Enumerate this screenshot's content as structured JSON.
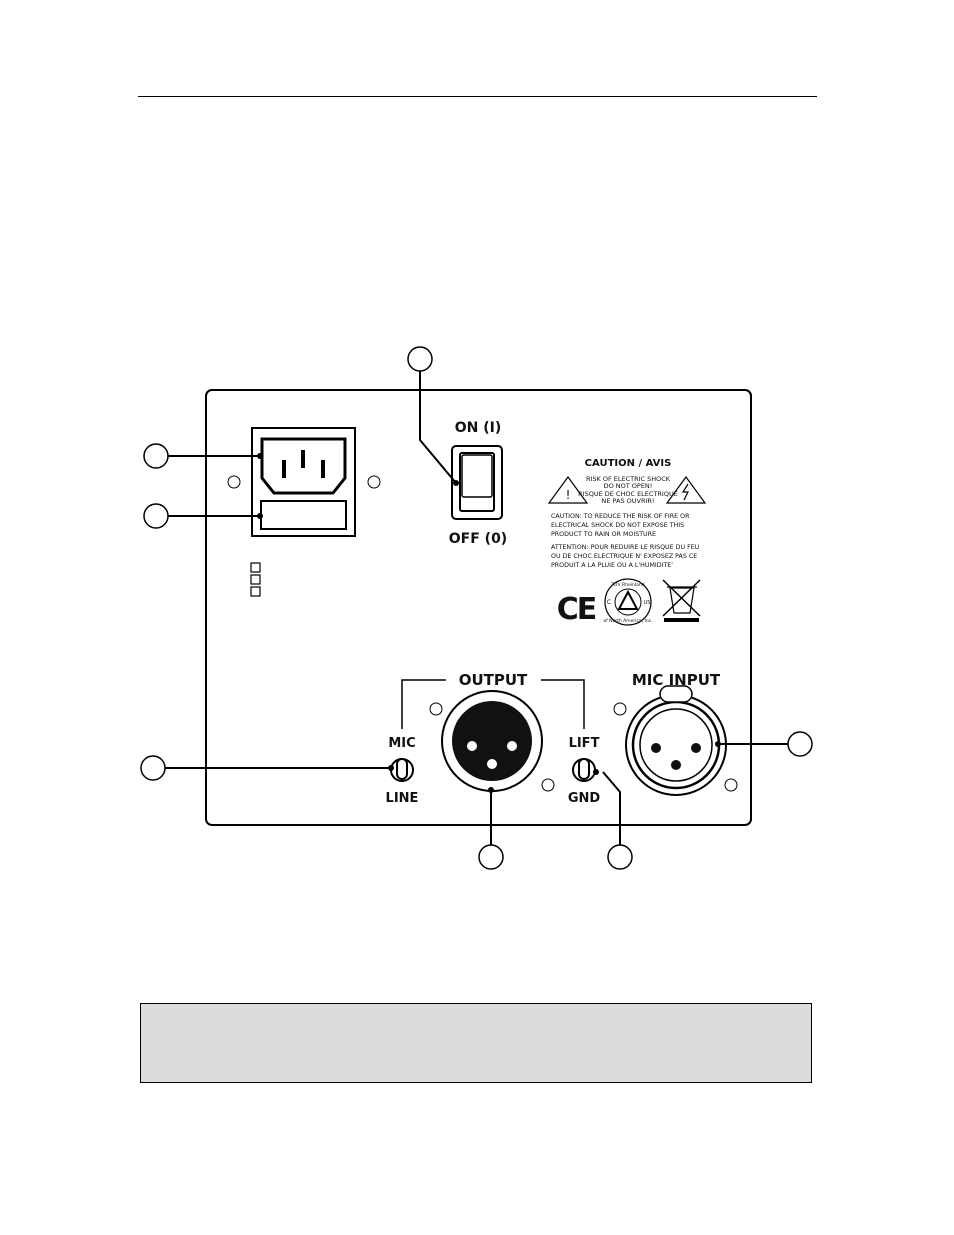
{
  "panel": {
    "power_on_label": "ON (I)",
    "power_off_label": "OFF (0)",
    "output_label": "OUTPUT",
    "mic_input_label": "MIC INPUT",
    "mic_label": "MIC",
    "line_label": "LINE",
    "lift_label": "LIFT",
    "gnd_label": "GND"
  },
  "warning_label": {
    "title": "CAUTION / AVIS",
    "line1": "RISK OF ELECTRIC SHOCK",
    "line2": "DO NOT OPEN!",
    "line3": "RISQUE DE CHOC ELECTRIQUE",
    "line4": "NE PAS OUVRIR!",
    "caution1": "CAUTION: TO REDUCE THE RISK OF FIRE OR",
    "caution2": "ELECTRICAL SHOCK DO NOT EXPOSE THIS",
    "caution3": "PRODUCT TO RAIN OR MOISTURE",
    "attention1": "ATTENTION: POUR REDUIRE LE RISQUE DU FEU",
    "attention2": "OU DE CHOC ELECTRIQUE N' EXPOSEZ PAS CE",
    "attention3": "PRODUIT A LA PLUIE OU A L'HUMIDITE'",
    "ce_mark": "CE",
    "tuv_top": "TÜV Rheinland",
    "tuv_bottom": "of North America, Inc.",
    "tuv_c": "C",
    "tuv_us": "US"
  },
  "icons": [
    "iec-power-inlet-icon",
    "fuse-holder-icon",
    "rocker-switch-icon",
    "toggle-switch-icon",
    "xlr-male-icon",
    "xlr-female-icon",
    "warning-triangle-icon",
    "high-voltage-icon",
    "ce-mark-icon",
    "tuv-mark-icon",
    "weee-bin-icon"
  ]
}
